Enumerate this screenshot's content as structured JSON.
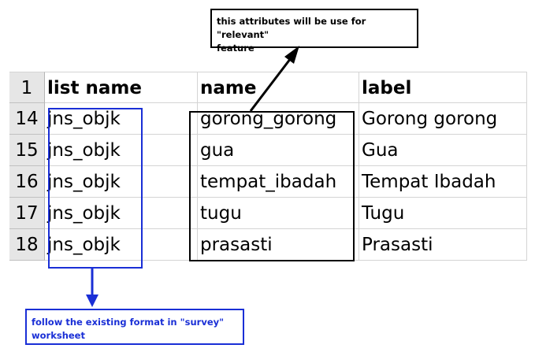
{
  "callout_top": {
    "line1": "this attributes will be use for \"relevant\"",
    "line2": "feature"
  },
  "callout_bottom": {
    "line1": "follow the existing format in \"survey\"",
    "line2": "worksheet"
  },
  "sheet": {
    "header": {
      "row": "1",
      "list_name": "list name",
      "name": "name",
      "label": "label"
    },
    "rows": [
      {
        "row": "14",
        "list_name": "jns_objk",
        "name": "gorong_gorong",
        "label": "Gorong gorong"
      },
      {
        "row": "15",
        "list_name": "jns_objk",
        "name": "gua",
        "label": "Gua"
      },
      {
        "row": "16",
        "list_name": "jns_objk",
        "name": "tempat_ibadah",
        "label": "Tempat Ibadah"
      },
      {
        "row": "17",
        "list_name": "jns_objk",
        "name": "tugu",
        "label": "Tugu"
      },
      {
        "row": "18",
        "list_name": "jns_objk",
        "name": "prasasti",
        "label": "Prasasti"
      }
    ]
  },
  "colors": {
    "highlight_blue": "#1a2fd6",
    "highlight_black": "#000000",
    "row_header_bg": "#e6e6e6"
  }
}
